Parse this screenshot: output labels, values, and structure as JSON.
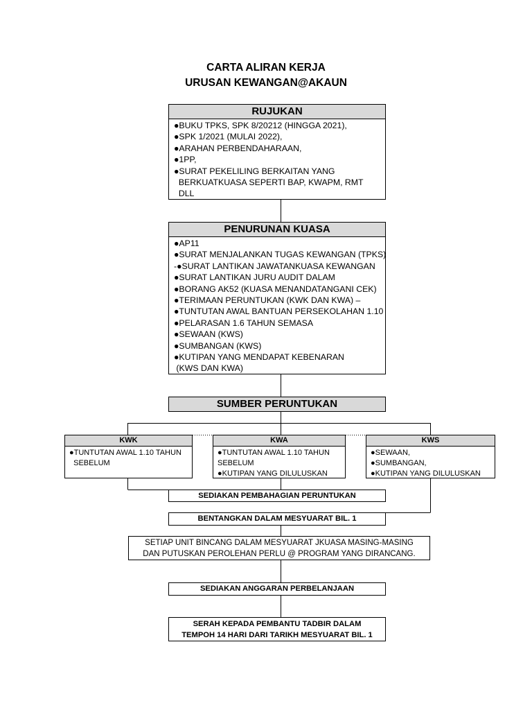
{
  "title": {
    "line1": "CARTA ALIRAN KERJA",
    "line2": "URUSAN KEWANGAN@AKAUN"
  },
  "rujukan": {
    "heading": "RUJUKAN",
    "items": [
      "●BUKU TPKS, SPK 8/20212 (HINGGA 2021),",
      "●SPK 1/2021 (MULAI 2022),",
      "●ARAHAN PERBENDAHARAAN,",
      "●1PP,",
      "●SURAT PEKELILING BERKAITAN YANG",
      "  BERKUATKUASA SEPERTI BAP, KWAPM, RMT",
      "  DLL"
    ]
  },
  "penurunan": {
    "heading": "PENURUNAN KUASA",
    "items": [
      "●AP11",
      "●SURAT MENJALANKAN TUGAS KEWANGAN (TPKS)",
      "-●SURAT LANTIKAN JAWATANKUASA KEWANGAN",
      "●SURAT LANTIKAN JURU AUDIT DALAM",
      "●BORANG AK52 (KUASA MENANDATANGANI CEK)",
      "●TERIMAAN PERUNTUKAN (KWK DAN KWA) –",
      "●TUNTUTAN AWAL BANTUAN PERSEKOLAHAN 1.10",
      "●PELARASAN 1.6 TAHUN SEMASA",
      "●SEWAAN (KWS)",
      "●SUMBANGAN (KWS)",
      "●KUTIPAN YANG MENDAPAT KEBENARAN",
      " (KWS DAN KWA)"
    ]
  },
  "sumber": {
    "heading": "SUMBER PERUNTUKAN"
  },
  "kwk": {
    "heading": "KWK",
    "items": [
      "●TUNTUTAN AWAL 1.10 TAHUN",
      "  SEBELUM"
    ]
  },
  "kwa": {
    "heading": "KWA",
    "items": [
      "●TUNTUTAN AWAL 1.10 TAHUN",
      "SEBELUM",
      "●KUTIPAN YANG DILULUSKAN"
    ]
  },
  "kws": {
    "heading": "KWS",
    "items": [
      "●SEWAAN,",
      "●SUMBANGAN,",
      "●KUTIPAN YANG DILULUSKAN"
    ]
  },
  "steps": {
    "pembahagian": "SEDIAKAN PEMBAHAGIAN PERUNTUKAN",
    "bentangkan": "BENTANGKAN DALAM MESYUARAT BIL. 1",
    "bincang_line1": "SETIAP UNIT BINCANG DALAM MESYUARAT JKUASA MASING-MASING",
    "bincang_line2": "DAN PUTUSKAN PEROLEHAN PERLU @ PROGRAM YANG DIRANCANG.",
    "anggaran": "SEDIAKAN ANGGARAN PERBELANJAAN",
    "serah_line1": "SERAH KEPADA PEMBANTU TADBIR DALAM",
    "serah_line2": "TEMPOH 14 HARI DARI TARIKH MESYUARAT BIL. 1"
  }
}
